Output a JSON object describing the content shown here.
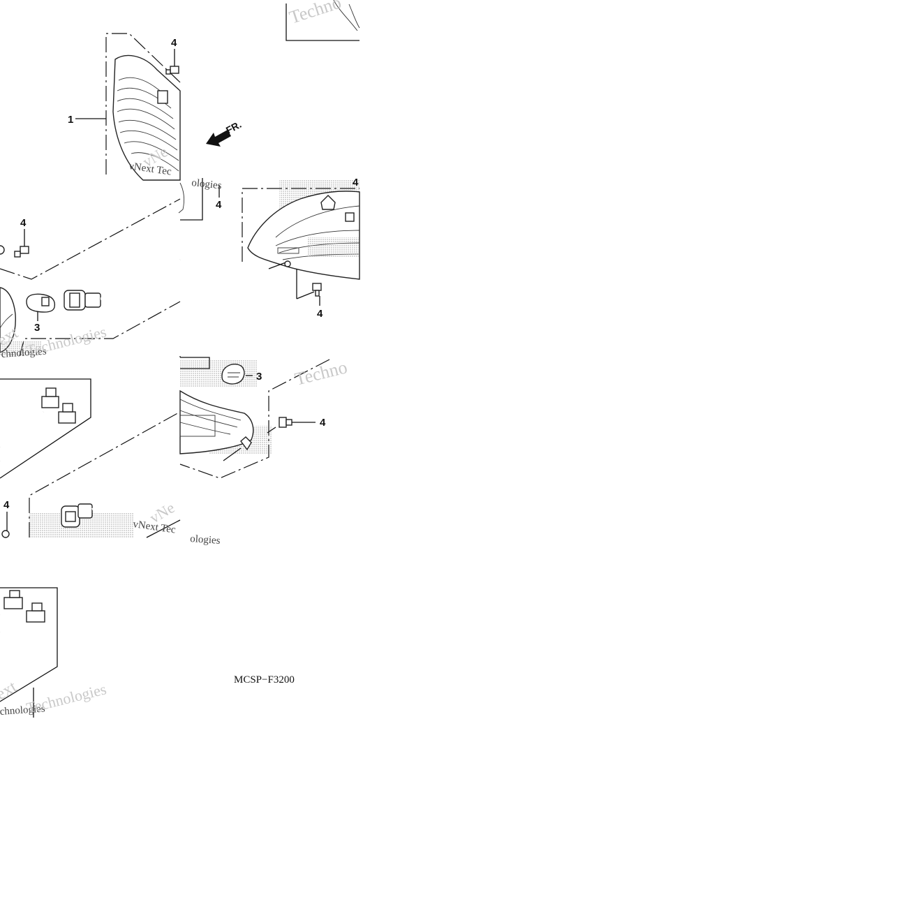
{
  "diagram": {
    "drawing_code": "MCSP−F3200",
    "direction_label": "FR.",
    "callouts": {
      "c1": "1",
      "c3a": "3",
      "c3b": "3",
      "c4a": "4",
      "c4b": "4",
      "c4c": "4",
      "c4d": "4",
      "c4e": "4",
      "c4f": "4",
      "c4g": "4"
    },
    "watermarks": {
      "w1": "Techno",
      "w2": "vNext Tec",
      "w3": "ologies",
      "w4": "Techno",
      "w5": "vNext Tec",
      "w6": "ologies",
      "w7": "ext",
      "w8": "Technologies",
      "w9": "ext",
      "w10": "Technologies",
      "w11": "chnologies",
      "w12": "vNe"
    },
    "colors": {
      "line": "#111111",
      "watermark": "#c9c9c9",
      "background": "#ffffff"
    }
  }
}
